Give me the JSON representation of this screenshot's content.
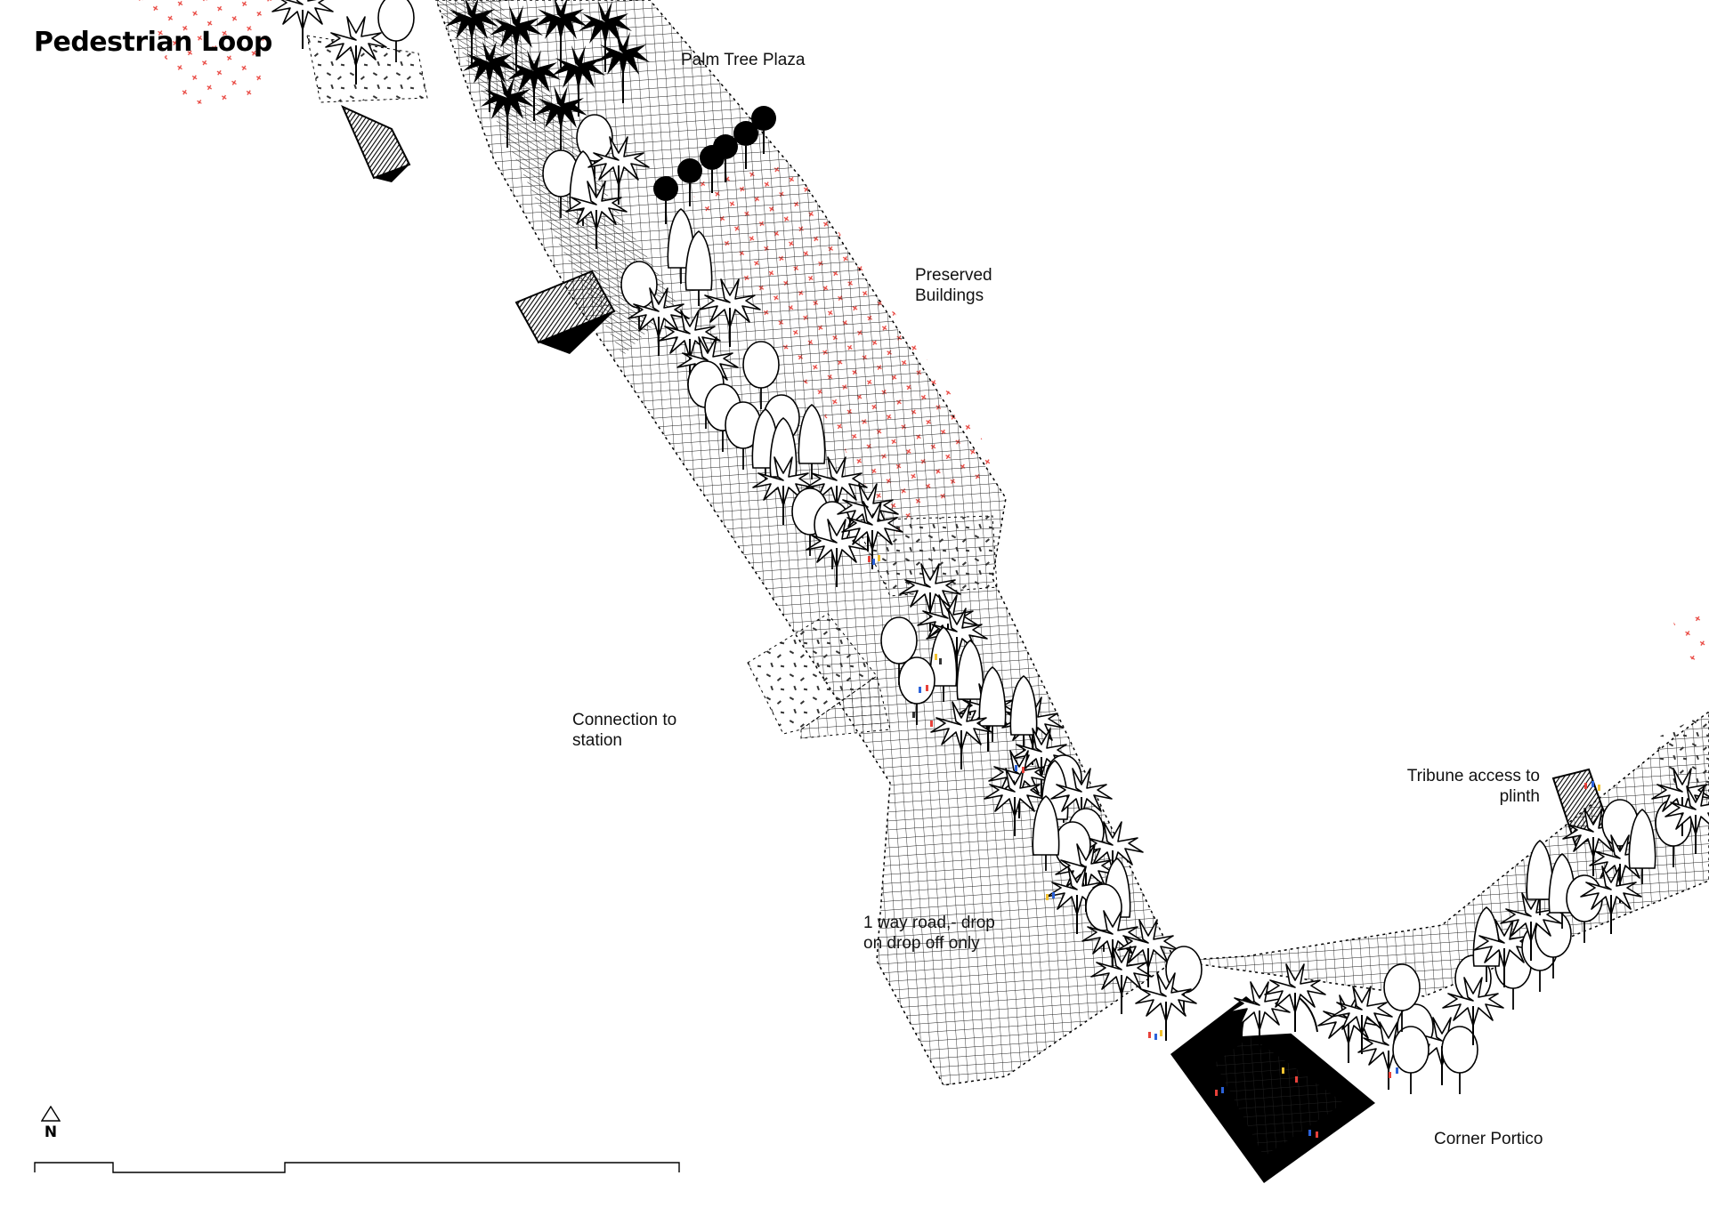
{
  "title": "Pedestrian Loop",
  "labels": {
    "palm_plaza": "Palm Tree Plaza",
    "preserved": [
      "Preserved",
      "Buildings"
    ],
    "station": [
      "Connection to",
      "station"
    ],
    "tribune": [
      "Tribune access to",
      "plinth"
    ],
    "road": [
      "1 way road,- drop",
      "on drop off only"
    ],
    "portico": "Corner Portico"
  },
  "north": {
    "letter": "N",
    "icon": "north-arrow-triangle-icon"
  },
  "colors": {
    "ink": "#000000",
    "preserved_marks": "#e8413a",
    "background": "#ffffff"
  }
}
